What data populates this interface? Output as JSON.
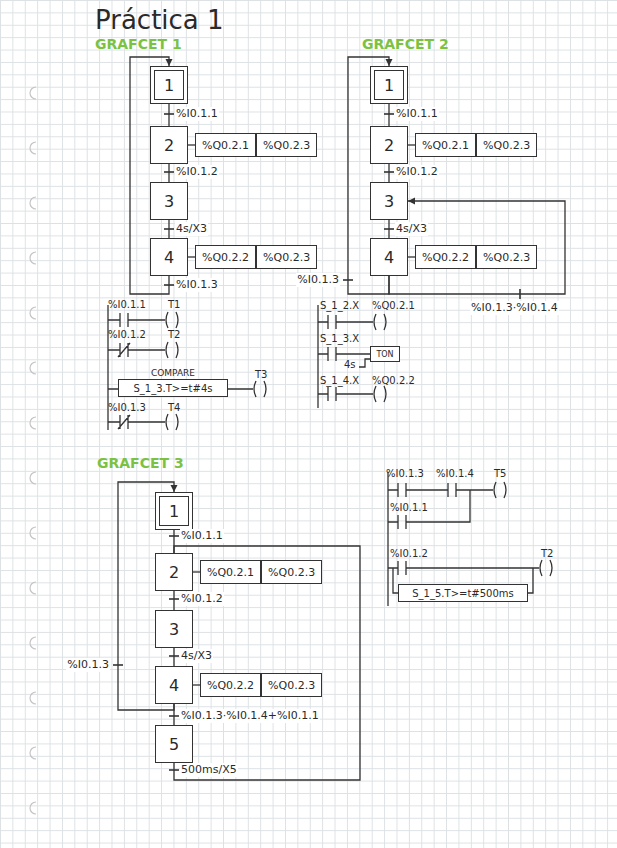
{
  "diagram": {
    "title": "Práctica 1",
    "nodes": [
      {
        "text": [
          "1"
        ]
      },
      {
        "text": [
          "2"
        ]
      },
      {
        "text": [
          "%Q0.2.1"
        ]
      },
      {
        "text": [
          "%Q0.2.3"
        ]
      },
      {
        "text": [
          "3"
        ]
      },
      {
        "text": [
          "4"
        ]
      },
      {
        "text": [
          "%Q0.2.2"
        ]
      },
      {
        "text": [
          "%Q0.2.3"
        ]
      },
      {
        "text": [
          "1"
        ]
      },
      {
        "text": [
          "2"
        ]
      },
      {
        "text": [
          "%Q0.2.1"
        ]
      },
      {
        "text": [
          "%Q0.2.3"
        ]
      },
      {
        "text": [
          "3"
        ]
      },
      {
        "text": [
          "4"
        ]
      },
      {
        "text": [
          "%Q0.2.2"
        ]
      },
      {
        "text": [
          "%Q0.2.3"
        ]
      },
      {
        "text": [
          "COMPARE",
          "S_1_3.T>=t#4s"
        ]
      },
      {
        "text": [
          "TON"
        ]
      },
      {
        "text": [
          "1"
        ]
      },
      {
        "text": [
          "2"
        ]
      },
      {
        "text": [
          "%Q0.2.1"
        ]
      },
      {
        "text": [
          "%Q0.2.3"
        ]
      },
      {
        "text": [
          "3"
        ]
      },
      {
        "text": [
          "4"
        ]
      },
      {
        "text": [
          "%Q0.2.2"
        ]
      },
      {
        "text": [
          "%Q0.2.3"
        ]
      },
      {
        "text": [
          "5"
        ]
      },
      {
        "text": [
          "S_1_5.T>=t#500ms"
        ]
      }
    ],
    "edges": [
      {
        "from": 0,
        "to": 1,
        "label": "%I0.1.1",
        "arrow": "none"
      },
      {
        "from": 1,
        "to": 2,
        "arrow": "none"
      },
      {
        "from": 1,
        "to": 4,
        "label": "%I0.1.2",
        "arrow": "none"
      },
      {
        "from": 4,
        "to": 5,
        "label": "4s/X3",
        "arrow": "none"
      },
      {
        "from": 5,
        "to": 6,
        "arrow": "none"
      },
      {
        "from": 5,
        "to": 0,
        "label": "%I0.1.3",
        "arrow": "to"
      },
      {
        "from": 8,
        "to": 9,
        "label": "%I0.1.1",
        "arrow": "none"
      },
      {
        "from": 9,
        "to": 10,
        "arrow": "none"
      },
      {
        "from": 9,
        "to": 12,
        "label": "%I0.1.2",
        "arrow": "none"
      },
      {
        "from": 12,
        "to": 13,
        "label": "4s/X3",
        "arrow": "none"
      },
      {
        "from": 13,
        "to": 14,
        "arrow": "none"
      },
      {
        "from": 13,
        "to": 8,
        "label": "%I0.1.3",
        "arrow": "to"
      },
      {
        "from": 13,
        "to": 12,
        "label": "%I0.1.3·%I0.1.4",
        "arrow": "to"
      },
      {
        "from": 18,
        "to": 19,
        "label": "%I0.1.1",
        "arrow": "none"
      },
      {
        "from": 19,
        "to": 20,
        "arrow": "none"
      },
      {
        "from": 19,
        "to": 22,
        "label": "%I0.1.2",
        "arrow": "none"
      },
      {
        "from": 22,
        "to": 23,
        "label": "4s/X3",
        "arrow": "none"
      },
      {
        "from": 23,
        "to": 24,
        "arrow": "none"
      },
      {
        "from": 23,
        "to": 18,
        "label": "%I0.1.3",
        "arrow": "to"
      },
      {
        "from": 23,
        "to": 26,
        "label": "%I0.1.3·%I0.1.4+%I0.1.1",
        "arrow": "none"
      },
      {
        "from": 26,
        "to": 19,
        "label": "500ms/X5",
        "arrow": "none"
      }
    ],
    "labels": [
      "GRAFCET 1",
      "GRAFCET 2",
      "%I0.1.1",
      "T1",
      "%I0.1.2",
      "T2",
      "T3",
      "%I0.1.3",
      "T4",
      "S_1_2.X",
      "%Q0.2.1",
      "S_1_3.X",
      "4s",
      "S_1_4.X",
      "%Q0.2.2",
      "GRAFCET 3",
      "%I0.1.3",
      "%I0.1.4",
      "T5",
      "%I0.1.1",
      "%I0.1.2",
      "T2"
    ]
  }
}
